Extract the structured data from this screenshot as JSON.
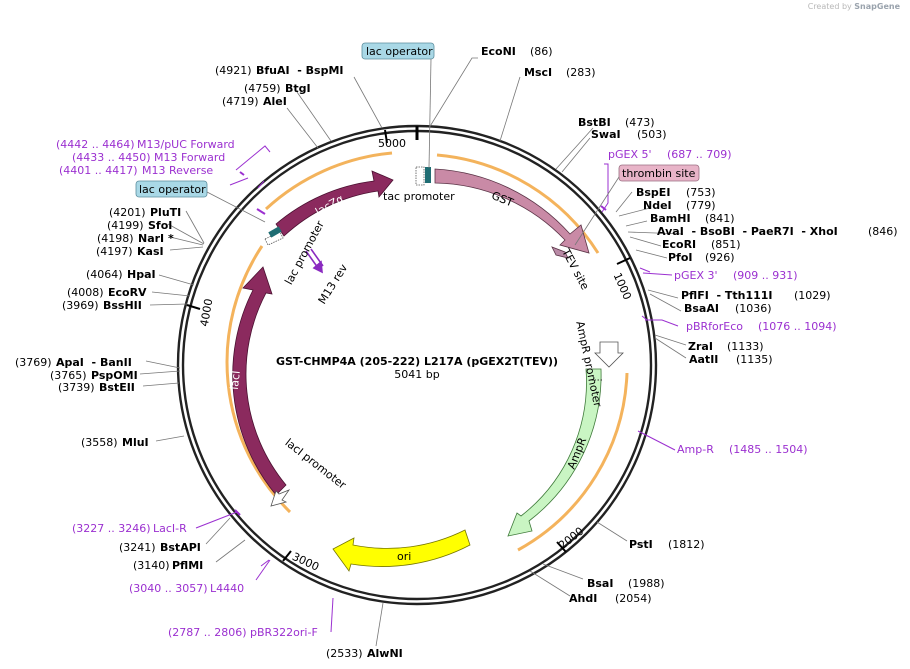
{
  "header": {
    "watermark": "Created by",
    "brand": "SnapGene"
  },
  "plasmid": {
    "name": "GST-CHMP4A (205-222) L217A (pGEX2T(TEV))",
    "length_label": "5041 bp",
    "length": 5041
  },
  "ticks": [
    "1000",
    "2000",
    "3000",
    "4000",
    "5000"
  ],
  "colors": {
    "backbone": "#222222",
    "gst": "#c98aa6",
    "ampr": "#c9f5c3",
    "ori": "#ffff00",
    "laci": "#8b2a5e",
    "lacza": "#8b2a5e",
    "promoter": "#ffffff",
    "primer": "#9b30d0",
    "highlight": "#f2a640",
    "lac_operator_box": "#a9d8e6",
    "thrombin_box": "#e8b4c8"
  },
  "features": {
    "gst": "GST",
    "ampr": "AmpR",
    "ori": "ori",
    "laci": "lacI",
    "lacza": "lacZα",
    "tac_promoter": "tac promoter",
    "tev_site": "TEV site",
    "ampr_promoter": "AmpR promoter",
    "lac_promoter": "lac promoter",
    "laci_promoter": "lacI promoter",
    "m13_rev": "M13 rev",
    "lac_operator_1": "lac operator",
    "lac_operator_2": "lac operator",
    "thrombin_site": "thrombin site"
  },
  "sites": [
    {
      "name": "EcoNI",
      "pos": "(86)"
    },
    {
      "name": "MscI",
      "pos": "(283)"
    },
    {
      "name": "BstBI",
      "pos": "(473)"
    },
    {
      "name": "SwaI",
      "pos": "(503)"
    },
    {
      "name": "BspEI",
      "pos": "(753)"
    },
    {
      "name": "NdeI",
      "pos": "(779)"
    },
    {
      "name": "BamHI",
      "pos": "(841)"
    },
    {
      "name": "AvaI  - BsoBI  - PaeR7I  - XhoI",
      "pos": "(846)"
    },
    {
      "name": "EcoRI",
      "pos": "(851)"
    },
    {
      "name": "PfoI",
      "pos": "(926)"
    },
    {
      "name": "PflFI  - Tth111I",
      "pos": "(1029)"
    },
    {
      "name": "BsaAI",
      "pos": "(1036)"
    },
    {
      "name": "ZraI",
      "pos": "(1133)"
    },
    {
      "name": "AatII",
      "pos": "(1135)"
    },
    {
      "name": "PstI",
      "pos": "(1812)"
    },
    {
      "name": "BsaI",
      "pos": "(1988)"
    },
    {
      "name": "AhdI",
      "pos": "(2054)"
    },
    {
      "name": "AlwNI",
      "pos": "(2533)"
    },
    {
      "name": "PflMI",
      "pos": "(3140)"
    },
    {
      "name": "BstAPI",
      "pos": "(3241)"
    },
    {
      "name": "MluI",
      "pos": "(3558)"
    },
    {
      "name": "BstEII",
      "pos": "(3739)"
    },
    {
      "name": "PspOMI",
      "pos": "(3765)"
    },
    {
      "name": "ApaI  - BanII",
      "pos": "(3769)"
    },
    {
      "name": "BssHII",
      "pos": "(3969)"
    },
    {
      "name": "EcoRV",
      "pos": "(4008)"
    },
    {
      "name": "HpaI",
      "pos": "(4064)"
    },
    {
      "name": "KasI",
      "pos": "(4197)"
    },
    {
      "name": "NarI *",
      "pos": "(4198)"
    },
    {
      "name": "SfoI",
      "pos": "(4199)"
    },
    {
      "name": "PluTI",
      "pos": "(4201)"
    },
    {
      "name": "AleI",
      "pos": "(4719)"
    },
    {
      "name": "BtgI",
      "pos": "(4759)"
    },
    {
      "name": "BfuAI  - BspMI",
      "pos": "(4921)"
    }
  ],
  "primers": [
    {
      "name": "pGEX 5'",
      "range": "(687 .. 709)"
    },
    {
      "name": "pGEX 3'",
      "range": "(909 .. 931)"
    },
    {
      "name": "pBRforEco",
      "range": "(1076 .. 1094)"
    },
    {
      "name": "Amp-R",
      "range": "(1485 .. 1504)"
    },
    {
      "name": "pBR322ori-F",
      "range": "(2787 .. 2806)"
    },
    {
      "name": "L4440",
      "range": "(3040 .. 3057)"
    },
    {
      "name": "LacI-R",
      "range": "(3227 .. 3246)"
    },
    {
      "name": "M13 Reverse",
      "range": "(4401 .. 4417)"
    },
    {
      "name": "M13 Forward",
      "range": "(4433 .. 4450)"
    },
    {
      "name": "M13/pUC Forward",
      "range": "(4442 .. 4464)"
    }
  ]
}
